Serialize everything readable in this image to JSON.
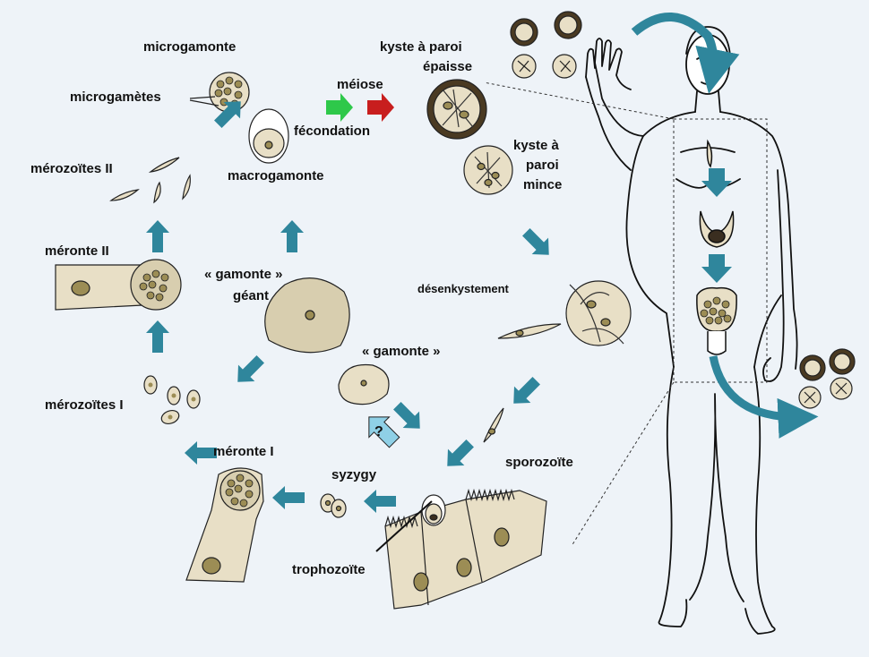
{
  "labels": {
    "microgamonte": "microgamonte",
    "microgametes": "microgamètes",
    "meiose": "méiose",
    "fecondation": "fécondation",
    "macrogamonte": "macrogamonte",
    "kyste_epaisse_1": "kyste à paroi",
    "kyste_epaisse_2": "épaisse",
    "kyste_mince_1": "kyste à",
    "kyste_mince_2": "paroi",
    "kyste_mince_3": "mince",
    "merozoites_ii": "mérozoïtes II",
    "meronte_ii": "méronte II",
    "gamonte_geant_1": "« gamonte »",
    "gamonte_geant_2": "géant",
    "desenkystement": "désenkystement",
    "gamonte": "« gamonte »",
    "merozoites_i": "mérozoïtes I",
    "meronte_i": "méronte I",
    "syzygy": "syzygy",
    "sporozoite": "sporozoïte",
    "trophozoite": "trophozoïte",
    "question_mark": "?"
  },
  "colors": {
    "background": "#eef3f8",
    "arrow_teal": "#2f869c",
    "arrow_light_blue": "#8fd0e6",
    "arrow_green": "#2ec84a",
    "arrow_red": "#c81e1e",
    "cell_fill": "#e8dfc6",
    "cell_fill_dark": "#d8ceaf",
    "nucleus": "#9c8d55",
    "thick_cyst_wall": "#4a3a22"
  }
}
